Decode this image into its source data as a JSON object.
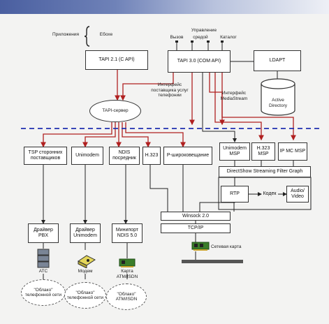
{
  "labels": {
    "apps": "Приложения",
    "ebox": "Ебохе",
    "mgmt": "Управление",
    "mgmt_items": [
      "Вызов",
      "средой",
      "Каталог"
    ],
    "tapi_iface": "Интерфейс поставщика услуг телефонии",
    "media_iface": "Интерфейс MediaStream"
  },
  "boxes": {
    "tapi21": "TAPI 2.1 (C API)",
    "tapi30": "TAPI 3.0 (COM API)",
    "ldapt": "LDAPT",
    "active_directory": "Active Directory",
    "tapi_server": "TAPI-сервер",
    "tsp": "TSP сторонних поставщиков",
    "unimodem": "Unimodem",
    "ndis": "NDIS посредник",
    "h323": "H.323",
    "p_multicast": "P-широковещание",
    "unimodem_msp": "Unimodem MSP",
    "h323_msp": "H.323 MSP",
    "ipmc_msp": "IP MC MSP",
    "directshow": "DirectShow Streaming Filter Graph",
    "rtp": "RTP",
    "codec": "Кодек",
    "audio_video": "Audio/ Video",
    "winsock": "Winsock 2.0",
    "tcpip": "TCP/IP",
    "netcard": "Сетевая карта",
    "driver_pbx": "Драйвер PBX",
    "driver_unimodem": "Драйвер Unimodem",
    "miniport": "Минипорт NDIS 5.0",
    "ats": "АТС",
    "modem": "Модем",
    "atm_card": "Карта ATM/ISDN",
    "cloud1": "\"Облако\" телефонной сети",
    "cloud2": "\"Облако\" телефонной сети",
    "cloud3": "\"Облако\" ATM/ISDN"
  },
  "colors": {
    "header": "#4a5fa0",
    "arrow": "#b02020",
    "dash": "#1f2fb0",
    "line": "#222222",
    "green": "#3a7d2a",
    "yellow": "#e4d65a",
    "server": "#7a8596"
  }
}
